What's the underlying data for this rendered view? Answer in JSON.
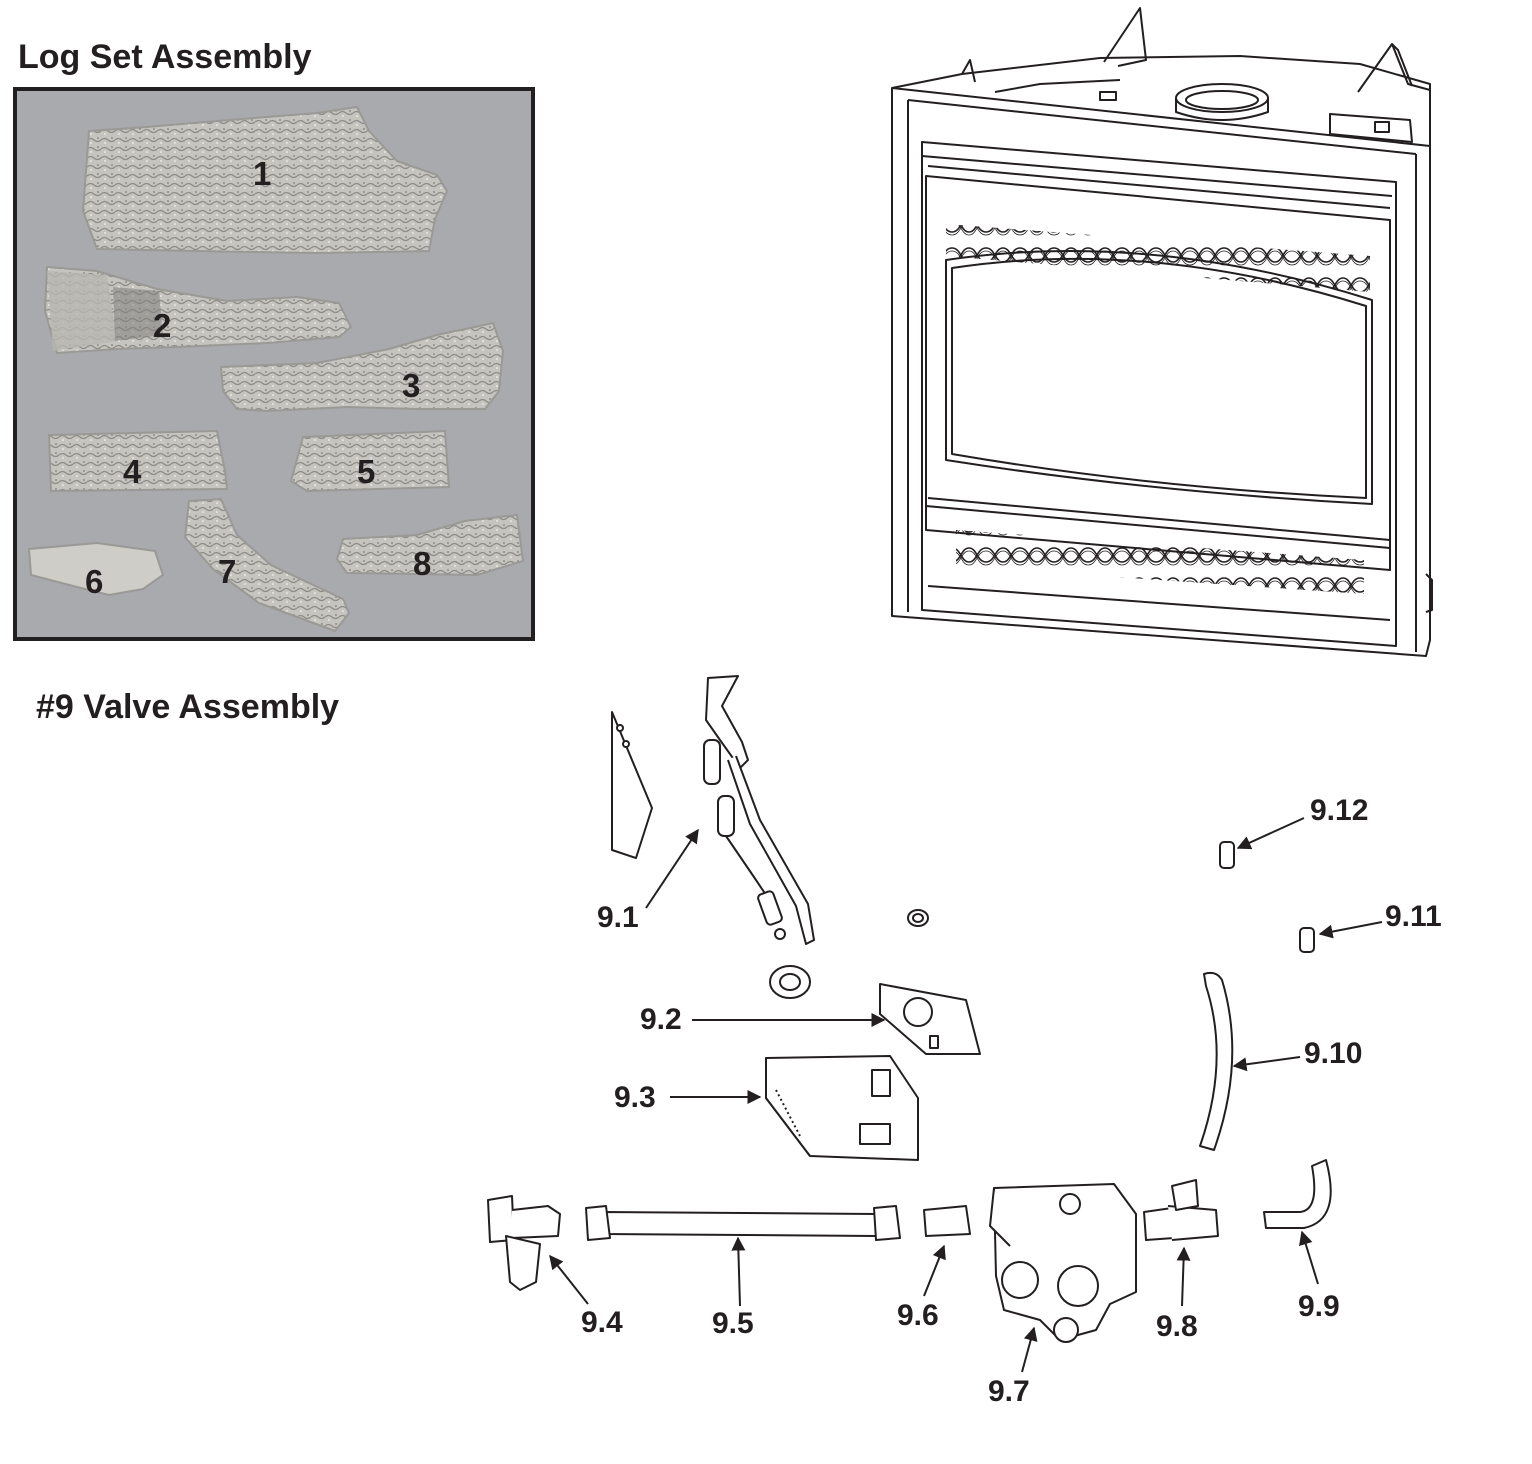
{
  "log_set": {
    "title": "Log Set Assembly",
    "labels": [
      "1",
      "2",
      "3",
      "4",
      "5",
      "6",
      "7",
      "8"
    ]
  },
  "valve": {
    "title": "#9 Valve Assembly",
    "labels": [
      "9.1",
      "9.2",
      "9.3",
      "9.4",
      "9.5",
      "9.6",
      "9.7",
      "9.8",
      "9.9",
      "9.10",
      "9.11",
      "9.12"
    ]
  },
  "colors": {
    "ink": "#231f20",
    "panel": "#a9aaad",
    "log": "#c4c2bd"
  }
}
